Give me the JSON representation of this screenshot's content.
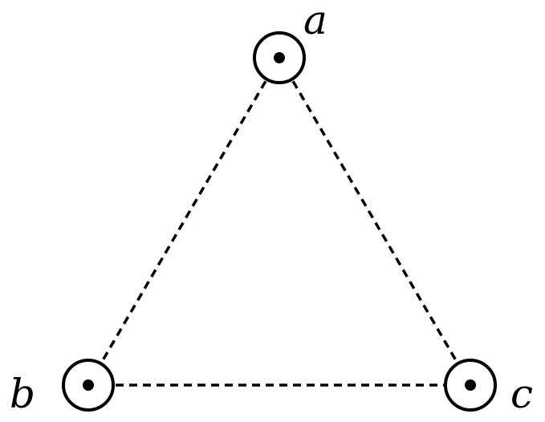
{
  "nodes": [
    {
      "id": "a",
      "label": "a",
      "symbol": "out-of-page-current-icon"
    },
    {
      "id": "b",
      "label": "b",
      "symbol": "out-of-page-current-icon"
    },
    {
      "id": "c",
      "label": "c",
      "symbol": "out-of-page-current-icon"
    }
  ],
  "edges": [
    {
      "from": "a",
      "to": "b",
      "style": "dashed"
    },
    {
      "from": "a",
      "to": "c",
      "style": "dashed"
    },
    {
      "from": "b",
      "to": "c",
      "style": "dashed"
    }
  ],
  "colors": {
    "line": "#000000",
    "background": "#ffffff"
  }
}
